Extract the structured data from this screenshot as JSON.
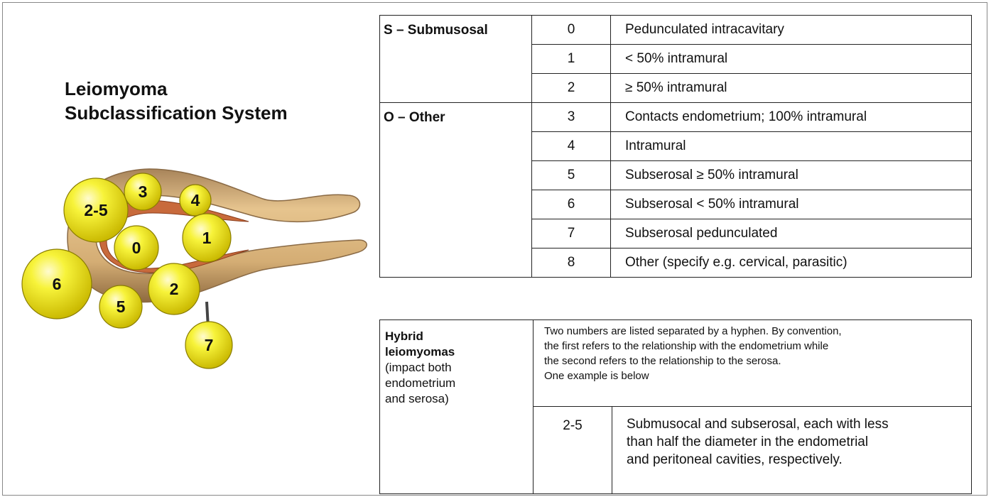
{
  "title": {
    "line1": "Leiomyoma",
    "line2": "Subclassification System"
  },
  "fibroids": [
    {
      "label": "2-5"
    },
    {
      "label": "3"
    },
    {
      "label": "4"
    },
    {
      "label": "0"
    },
    {
      "label": "1"
    },
    {
      "label": "6"
    },
    {
      "label": "2"
    },
    {
      "label": "5"
    },
    {
      "label": "7"
    }
  ],
  "table": {
    "groups": [
      {
        "name": "S – Submusosal",
        "rows": [
          {
            "code": "0",
            "desc": "Pedunculated intracavitary"
          },
          {
            "code": "1",
            "desc": "< 50% intramural"
          },
          {
            "code": "2",
            "desc": "≥ 50% intramural"
          }
        ]
      },
      {
        "name": "O – Other",
        "rows": [
          {
            "code": "3",
            "desc": "Contacts endometrium; 100% intramural"
          },
          {
            "code": "4",
            "desc": "Intramural"
          },
          {
            "code": "5",
            "desc": "Subserosal ≥ 50% intramural"
          },
          {
            "code": "6",
            "desc": "Subserosal < 50% intramural"
          },
          {
            "code": "7",
            "desc": "Subserosal pedunculated"
          },
          {
            "code": "8",
            "desc": "Other (specify e.g. cervical, parasitic)"
          }
        ]
      }
    ]
  },
  "hybrid": {
    "name_bold_1": "Hybrid",
    "name_bold_2": "leiomyomas",
    "name_rest": "(impact both endometrium and serosa)",
    "description_lines": [
      "Two numbers are listed separated by a hyphen. By convention,",
      "the first refers to the relationship with the endometrium while",
      "the second refers to the relationship to the serosa.",
      "One example is below"
    ],
    "example": {
      "code": "2-5",
      "lines": [
        "Submusocal and subserosal, each with less",
        "than half the diameter in the endometrial",
        "and peritoneal cavities, respectively."
      ]
    }
  },
  "colors": {
    "fibroid": "#f2f01e",
    "uterus": "#d9b27a",
    "endometrium": "#c86a3c"
  }
}
